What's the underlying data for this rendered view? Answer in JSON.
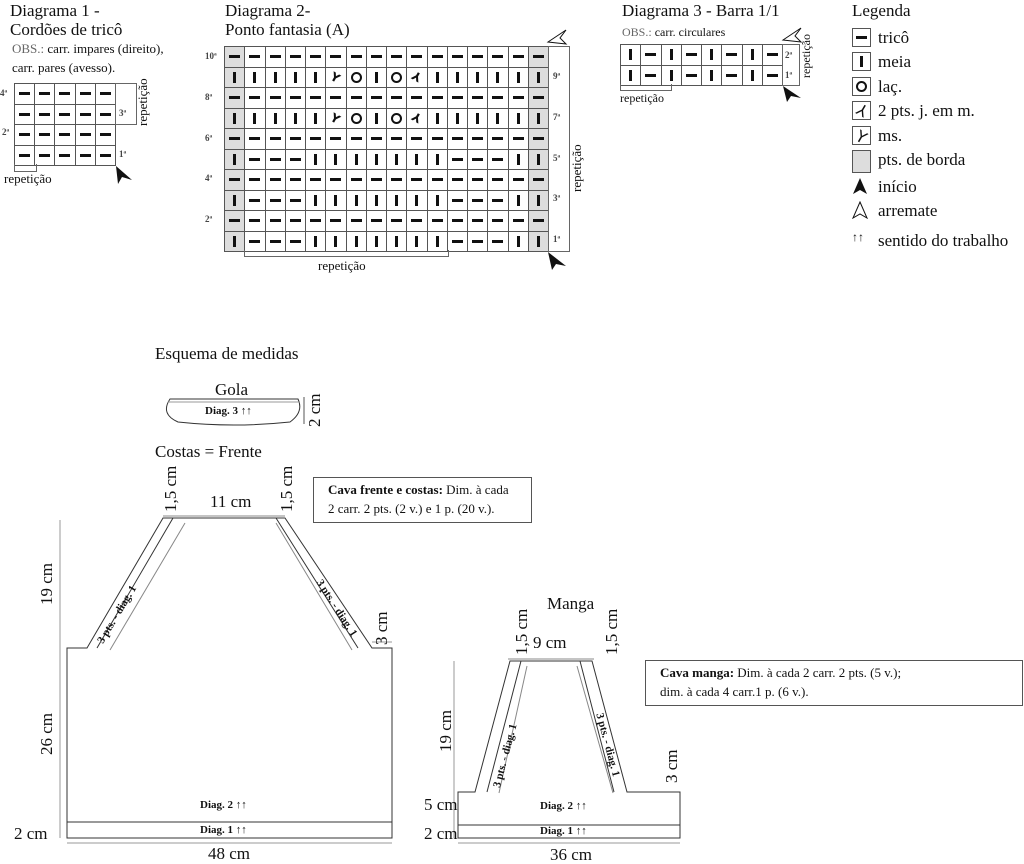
{
  "diagram1": {
    "title_line1": "Diagrama 1 -",
    "title_line2": "Cordões de tricô",
    "obs_label": "OBS.:",
    "obs_line1": "carr. impares (direito),",
    "obs_line2": "carr. pares (avesso).",
    "cols": 5,
    "rows": [
      [
        "p",
        "p",
        "p",
        "p",
        "p"
      ],
      [
        "p",
        "p",
        "p",
        "p",
        "p"
      ],
      [
        "p",
        "p",
        "p",
        "p",
        "p"
      ],
      [
        "p",
        "p",
        "p",
        "p",
        "p"
      ]
    ],
    "left_labels": [
      "4ª",
      "2ª"
    ],
    "right_labels": [
      "3ª",
      "1ª"
    ],
    "repeat_h": "repetição",
    "repeat_v": "repetição"
  },
  "diagram2": {
    "title_line1": "Diagrama 2-",
    "title_line2": "Ponto fantasia (A)",
    "cols": 16,
    "rows": [
      [
        "p",
        "p",
        "p",
        "p",
        "p",
        "p",
        "p",
        "p",
        "p",
        "p",
        "p",
        "p",
        "p",
        "p",
        "p",
        "p"
      ],
      [
        "k",
        "k",
        "k",
        "k",
        "k",
        "ms",
        "o",
        "k",
        "o",
        "k2",
        "k",
        "k",
        "k",
        "k",
        "k",
        "k"
      ],
      [
        "p",
        "p",
        "p",
        "p",
        "p",
        "p",
        "p",
        "p",
        "p",
        "p",
        "p",
        "p",
        "p",
        "p",
        "p",
        "p"
      ],
      [
        "k",
        "k",
        "k",
        "k",
        "k",
        "ms",
        "o",
        "k",
        "o",
        "k2",
        "k",
        "k",
        "k",
        "k",
        "k",
        "k"
      ],
      [
        "p",
        "p",
        "p",
        "p",
        "p",
        "p",
        "p",
        "p",
        "p",
        "p",
        "p",
        "p",
        "p",
        "p",
        "p",
        "p"
      ],
      [
        "k",
        "p",
        "p",
        "p",
        "k",
        "k",
        "k",
        "k",
        "k",
        "k",
        "k",
        "p",
        "p",
        "p",
        "k",
        "k"
      ],
      [
        "p",
        "p",
        "p",
        "p",
        "p",
        "p",
        "p",
        "p",
        "p",
        "p",
        "p",
        "p",
        "p",
        "p",
        "p",
        "p"
      ],
      [
        "k",
        "p",
        "p",
        "p",
        "k",
        "k",
        "k",
        "k",
        "k",
        "k",
        "k",
        "p",
        "p",
        "p",
        "k",
        "k"
      ],
      [
        "p",
        "p",
        "p",
        "p",
        "p",
        "p",
        "p",
        "p",
        "p",
        "p",
        "p",
        "p",
        "p",
        "p",
        "p",
        "p"
      ],
      [
        "k",
        "p",
        "p",
        "p",
        "k",
        "k",
        "k",
        "k",
        "k",
        "k",
        "k",
        "p",
        "p",
        "p",
        "k",
        "k"
      ]
    ],
    "left_labels": [
      "10ª",
      "8ª",
      "6ª",
      "4ª",
      "2ª"
    ],
    "right_labels": [
      "9ª",
      "7ª",
      "5ª",
      "3ª",
      "1ª"
    ],
    "repeat_h": "repetição",
    "repeat_v": "repetição"
  },
  "diagram3": {
    "title": "Diagrama 3 - Barra 1/1",
    "obs_label": "OBS.:",
    "obs_text": "carr. circulares",
    "cols": 8,
    "rows": [
      [
        "k",
        "p",
        "k",
        "p",
        "k",
        "p",
        "k",
        "p"
      ],
      [
        "k",
        "p",
        "k",
        "p",
        "k",
        "p",
        "k",
        "p"
      ]
    ],
    "right_labels": [
      "2ª",
      "1ª"
    ],
    "repeat_h": "repetição",
    "repeat_v": "repetição"
  },
  "legend": {
    "title": "Legenda",
    "items": [
      {
        "icon": "purl-dash-icon",
        "label": "tricô"
      },
      {
        "icon": "knit-bar-icon",
        "label": "meia"
      },
      {
        "icon": "yarn-over-circle-icon",
        "label": "laç."
      },
      {
        "icon": "k2tog-icon",
        "label": "2 pts. j. em m."
      },
      {
        "icon": "ssk-icon",
        "label": "ms."
      },
      {
        "icon": "border-stitch-swatch",
        "label": "pts. de borda"
      },
      {
        "icon": "start-arrow-icon",
        "label": "início"
      },
      {
        "icon": "bind-off-arrow-icon",
        "label": "arremate"
      },
      {
        "icon": "work-direction-arrows-icon",
        "label": "sentido do trabalho"
      }
    ],
    "border_color": "#dddddd"
  },
  "schema": {
    "title": "Esquema de medidas",
    "gola": {
      "title": "Gola",
      "label": "Diag. 3 ↑↑",
      "height": "2 cm"
    },
    "body": {
      "title": "Costas = Frente",
      "neck_width": "11 cm",
      "shoulder_left": "1,5 cm",
      "shoulder_right": "1,5 cm",
      "armhole_height": "19 cm",
      "lower_height": "26 cm",
      "rib_height": "2 cm",
      "width": "48 cm",
      "armhole_step": "3 cm",
      "edge_left": "3 pts. - diag. 1",
      "edge_right": "3 pts. - diag. 1",
      "diag2": "Diag. 2 ↑↑",
      "diag1": "Diag. 1 ↑↑",
      "note_bold": "Cava frente e costas:",
      "note_line1": "Dim. à cada",
      "note_line2": "2 carr. 2 pts. (2 v.) e 1 p. (20 v.)."
    },
    "sleeve": {
      "title": "Manga",
      "top_width": "9 cm",
      "shoulder_left": "1,5 cm",
      "shoulder_right": "1,5 cm",
      "cap_height": "19 cm",
      "lower_height": "5 cm",
      "rib_height": "2 cm",
      "width": "36 cm",
      "cap_step": "3 cm",
      "edge_left": "3 pts. - diag. 1",
      "edge_right": "3 pts. - diag. 1",
      "diag2": "Diag. 2 ↑↑",
      "diag1": "Diag. 1 ↑↑",
      "note_bold": "Cava manga:",
      "note_line1": "Dim. à cada 2 carr. 2 pts. (5 v.);",
      "note_line2": "dim. à cada 4 carr.1 p. (6 v.)."
    }
  }
}
